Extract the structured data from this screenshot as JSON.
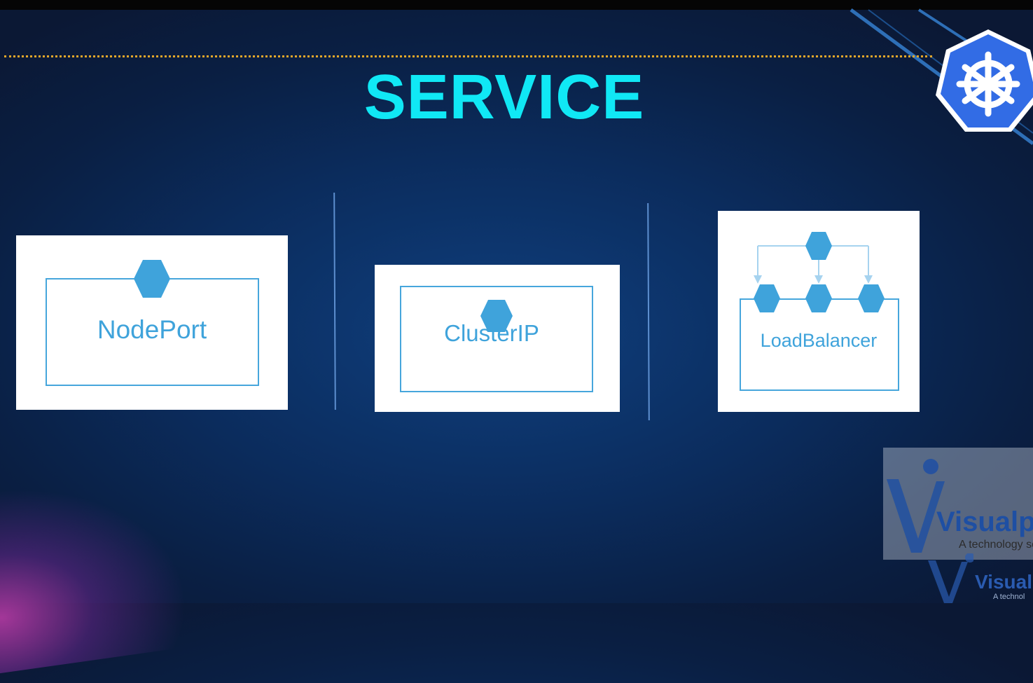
{
  "slide": {
    "title": "SERVICE",
    "title_color": "#10e8f5",
    "accent_dot_color": "#e4a72a"
  },
  "services": [
    {
      "name": "NodePort"
    },
    {
      "name": "ClusterIP"
    },
    {
      "name": "LoadBalancer"
    }
  ],
  "icons": {
    "logo": "kubernetes-helm-icon",
    "pod": "hexagon-icon"
  },
  "watermark": {
    "brand": "Visualpat",
    "tagline": "A technology sc",
    "brand_small": "Visual",
    "tagline_small": "A technol"
  },
  "colors": {
    "background": "#0b2c5d",
    "diagram_blue": "#3fa3db",
    "kubernetes_blue": "#326ce5"
  }
}
